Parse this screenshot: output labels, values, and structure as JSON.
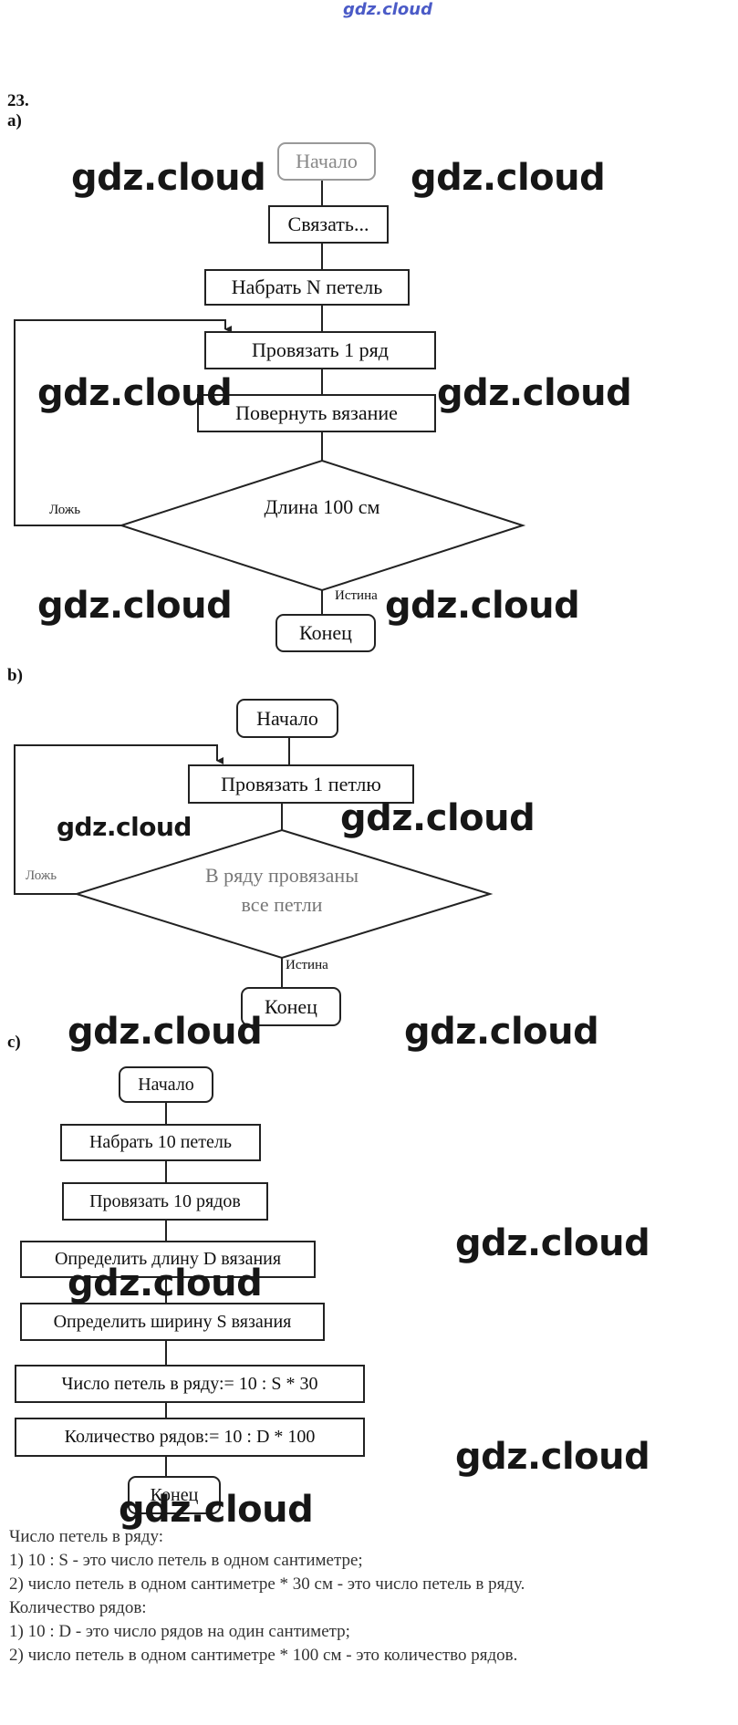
{
  "site_logo": "gdz.cloud",
  "problem_number": "23.",
  "watermark": "gdz.cloud",
  "part_a": {
    "label": "a)",
    "start": "Начало",
    "step1": "Связать...",
    "step2": "Набрать N петель",
    "step3": "Провязать 1 ряд",
    "step4": "Повернуть вязание",
    "condition": "Длина 100 см",
    "false_label": "Ложь",
    "true_label": "Истина",
    "end": "Конец"
  },
  "part_b": {
    "label": "b)",
    "start": "Начало",
    "step1": "Провязать 1 петлю",
    "condition_line1": "В ряду провязаны",
    "condition_line2": "все петли",
    "false_label": "Ложь",
    "true_label": "Истина",
    "end": "Конец"
  },
  "part_c": {
    "label": "c)",
    "start": "Начало",
    "step1": "Набрать 10 петель",
    "step2": "Провязать 10 рядов",
    "step3": "Определить длину D вязания",
    "step4": "Определить ширину S вязания",
    "step5": "Число петель в ряду:= 10 : S * 30",
    "step6": "Количество рядов:= 10 : D * 100",
    "end": "Конец"
  },
  "notes": {
    "line1": "Число петель в ряду:",
    "line2": "1) 10 : S - это число петель в одном сантиметре;",
    "line3": "2) число петель в одном сантиметре * 30 см - это число петель в ряду.",
    "line4": "Количество рядов:",
    "line5": "1) 10 : D - это число рядов на один сантиметр;",
    "line6": "2) число петель в одном сантиметре * 100 см - это количество рядов."
  }
}
